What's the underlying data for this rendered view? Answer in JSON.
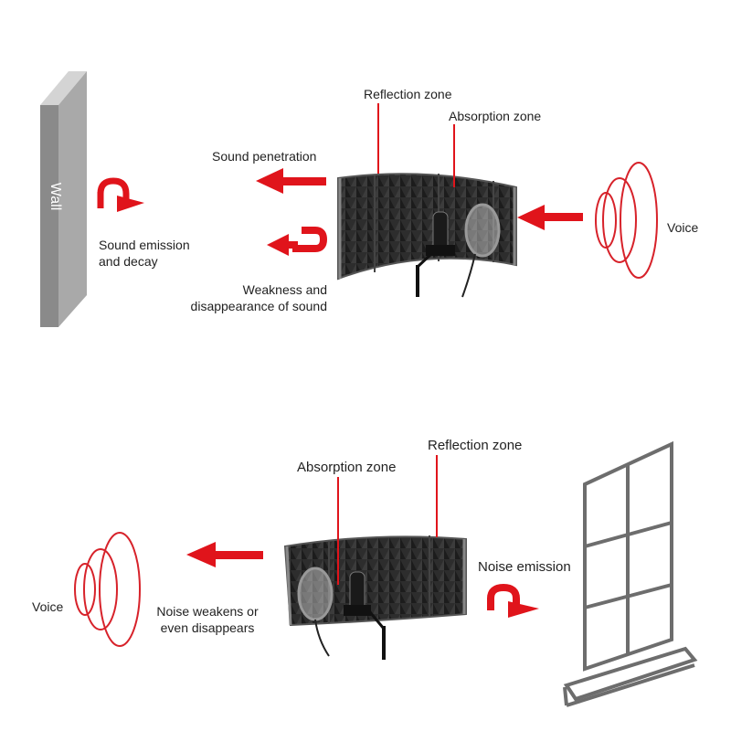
{
  "top_diagram": {
    "wall_label": "Wall",
    "reflection_zone": "Reflection zone",
    "absorption_zone": "Absorption zone",
    "sound_penetration": "Sound penetration",
    "sound_emission": [
      "Sound emission",
      "and decay"
    ],
    "weakness": [
      "Weakness and",
      "disappearance of sound"
    ],
    "voice": "Voice"
  },
  "bottom_diagram": {
    "absorption_zone": "Absorption zone",
    "reflection_zone": "Reflection zone",
    "noise_emission": "Noise emission",
    "noise_weakens": [
      "Noise weakens or",
      "even disappears"
    ],
    "voice": "Voice"
  },
  "colors": {
    "arrow_red": "#e0141b",
    "wall_gray": "#8a8a8a",
    "foam_dark": "#2b2b2b",
    "window_gray": "#6d6d6d"
  }
}
